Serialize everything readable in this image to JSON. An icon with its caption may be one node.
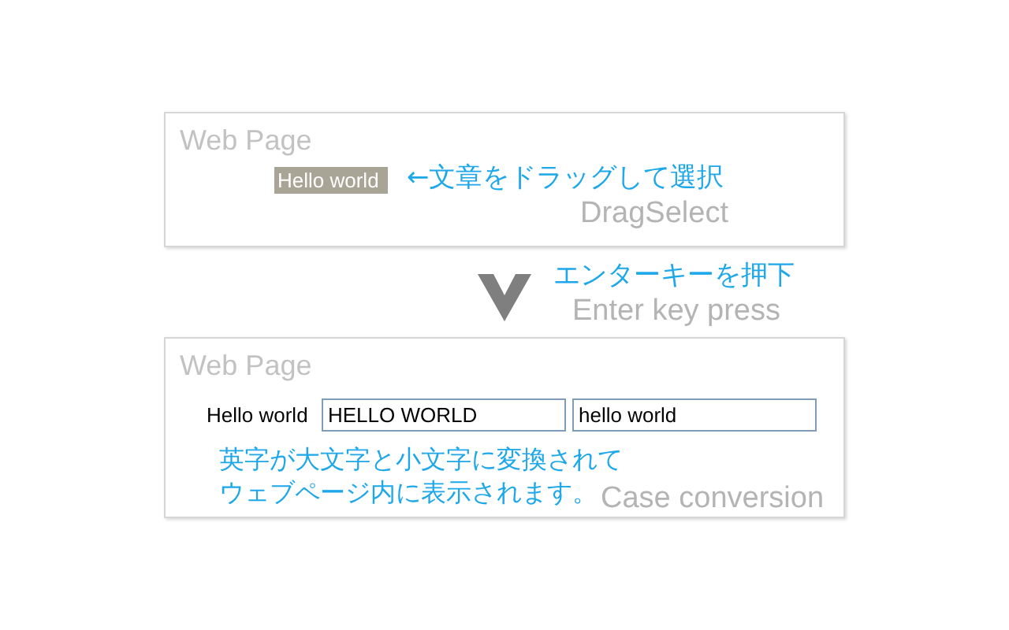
{
  "diagram": {
    "nodes": [
      {
        "text": [
          "Web Page"
        ]
      },
      {
        "text": [
          "Hello world"
        ],
        "in": 0
      },
      {
        "text": [
          "Web Page"
        ]
      },
      {
        "text": [
          "HELLO WORLD"
        ],
        "in": 2
      },
      {
        "text": [
          "hello world"
        ],
        "in": 2
      }
    ],
    "edges": [
      {
        "from": 0,
        "to": 2,
        "arrow": "to",
        "label": "エンターキーを押下"
      }
    ],
    "labels": [
      "←文章をドラッグして選択",
      "DragSelect",
      "Enter key press",
      "Hello world",
      "英字が大文字と小文字に変換されてウェブページ内に表示されます。",
      "Case conversion"
    ]
  }
}
